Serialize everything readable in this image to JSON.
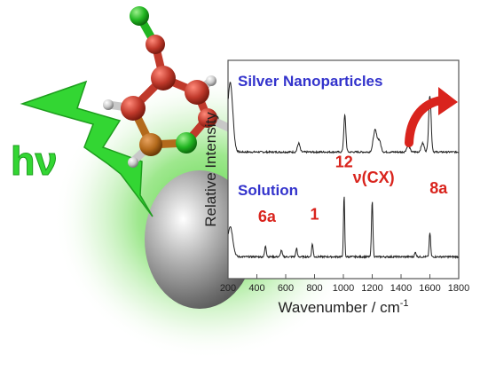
{
  "illustration": {
    "light_label": "hν",
    "colors": {
      "glow": "#4cd137",
      "bolt": "#33d633",
      "particle": "#8e8e8e",
      "oxygen": "#c0392b",
      "carbon": "#b22a17",
      "chlorine": "#21b521",
      "hydrogen": "#c8c8c8"
    }
  },
  "chart_data": {
    "type": "line",
    "xlabel": "Wavenumber / cm",
    "xlabel_superscript": "-1",
    "ylabel": "Relative Intensity",
    "xlim": [
      200,
      1800
    ],
    "xticks": [
      200,
      400,
      600,
      800,
      1000,
      1200,
      1400,
      1600,
      1800
    ],
    "y_tick_labels": false,
    "grid": false,
    "series": [
      {
        "name": "Silver Nanoparticles",
        "color": "#3333cc",
        "baseline": 0.58,
        "peaks": [
          {
            "x": 215,
            "h": 0.32,
            "w": 25
          },
          {
            "x": 690,
            "h": 0.04,
            "w": 12
          },
          {
            "x": 1010,
            "h": 0.17,
            "w": 10
          },
          {
            "x": 1220,
            "h": 0.1,
            "w": 18
          },
          {
            "x": 1250,
            "h": 0.05,
            "w": 15
          },
          {
            "x": 1450,
            "h": 0.03,
            "w": 15
          },
          {
            "x": 1550,
            "h": 0.04,
            "w": 15
          },
          {
            "x": 1600,
            "h": 0.26,
            "w": 12
          }
        ]
      },
      {
        "name": "Solution",
        "color": "#3333cc",
        "baseline": 0.1,
        "peaks": [
          {
            "x": 215,
            "h": 0.14,
            "w": 25
          },
          {
            "x": 460,
            "h": 0.05,
            "w": 8
          },
          {
            "x": 570,
            "h": 0.03,
            "w": 8
          },
          {
            "x": 675,
            "h": 0.04,
            "w": 7
          },
          {
            "x": 785,
            "h": 0.06,
            "w": 7
          },
          {
            "x": 1005,
            "h": 0.28,
            "w": 6
          },
          {
            "x": 1200,
            "h": 0.26,
            "w": 7
          },
          {
            "x": 1500,
            "h": 0.02,
            "w": 8
          },
          {
            "x": 1600,
            "h": 0.11,
            "w": 7
          }
        ]
      }
    ],
    "annotations": [
      {
        "text": "6a",
        "x": 470,
        "y": 0.26,
        "color": "#d9241d"
      },
      {
        "text": "1",
        "x": 800,
        "y": 0.27,
        "color": "#d9241d"
      },
      {
        "text": "12",
        "x": 1005,
        "y": 0.51,
        "color": "#d9241d"
      },
      {
        "text": "ν(CX)",
        "x": 1210,
        "y": 0.44,
        "color": "#d9241d"
      },
      {
        "text": "8a",
        "x": 1660,
        "y": 0.39,
        "color": "#d9241d"
      }
    ]
  }
}
